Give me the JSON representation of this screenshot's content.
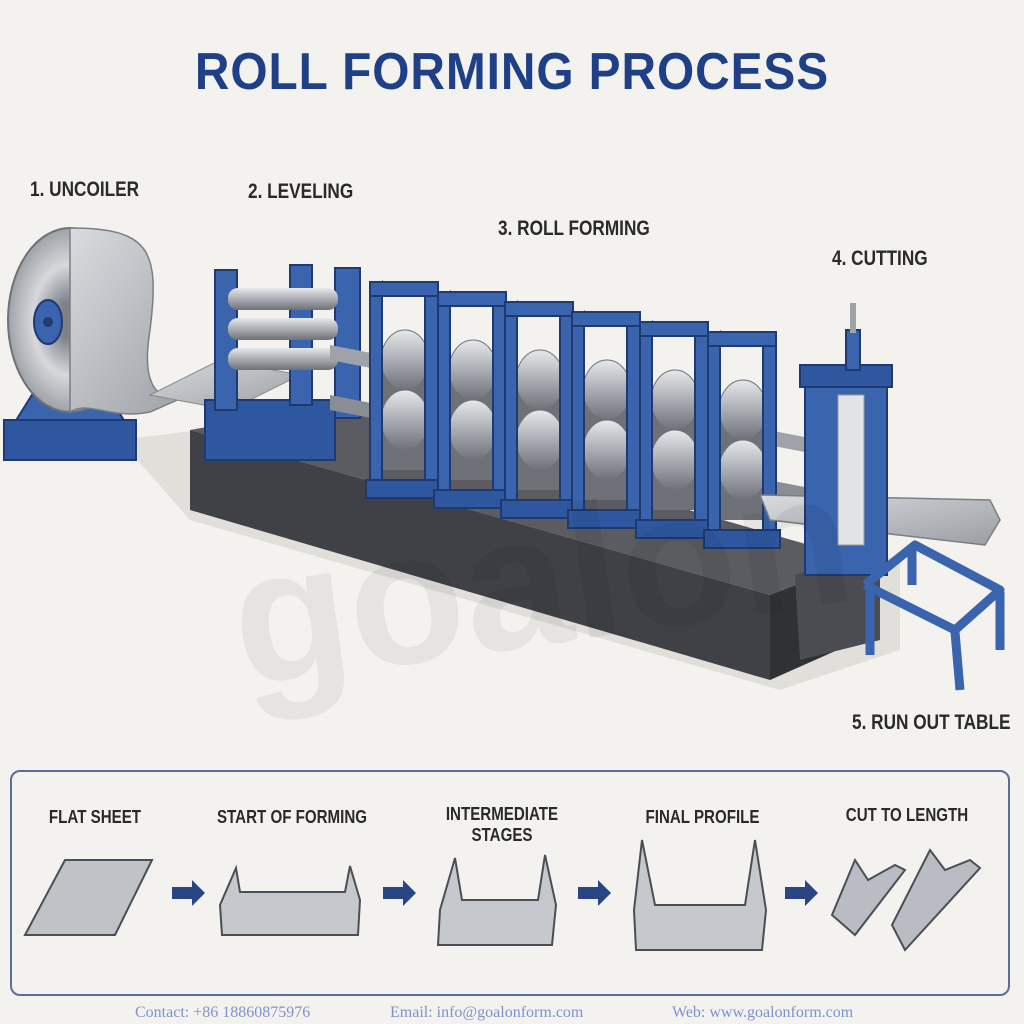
{
  "title": "ROLL FORMING PROCESS",
  "stages": [
    {
      "label": "1. UNCOILER"
    },
    {
      "label": "2. LEVELING"
    },
    {
      "label": "3. ROLL FORMING"
    },
    {
      "label": "4. CUTTING"
    },
    {
      "label": "5. RUN OUT TABLE"
    }
  ],
  "steps": [
    {
      "label": "FLAT SHEET"
    },
    {
      "label": "START OF FORMING"
    },
    {
      "label": "INTERMEDIATE\nSTAGES"
    },
    {
      "label": "FINAL PROFILE"
    },
    {
      "label": "CUT TO LENGTH"
    }
  ],
  "watermark": "goalon",
  "footer": {
    "contact": "Contact: +86 18860875976",
    "email": "Email: info@goalonform.com",
    "web": "Web: www.goalonform.com"
  },
  "colors": {
    "frame_blue": "#3a64ad",
    "title_blue": "#1f3f86",
    "steel": "#b9bcc2",
    "base": "#4a4c52"
  }
}
